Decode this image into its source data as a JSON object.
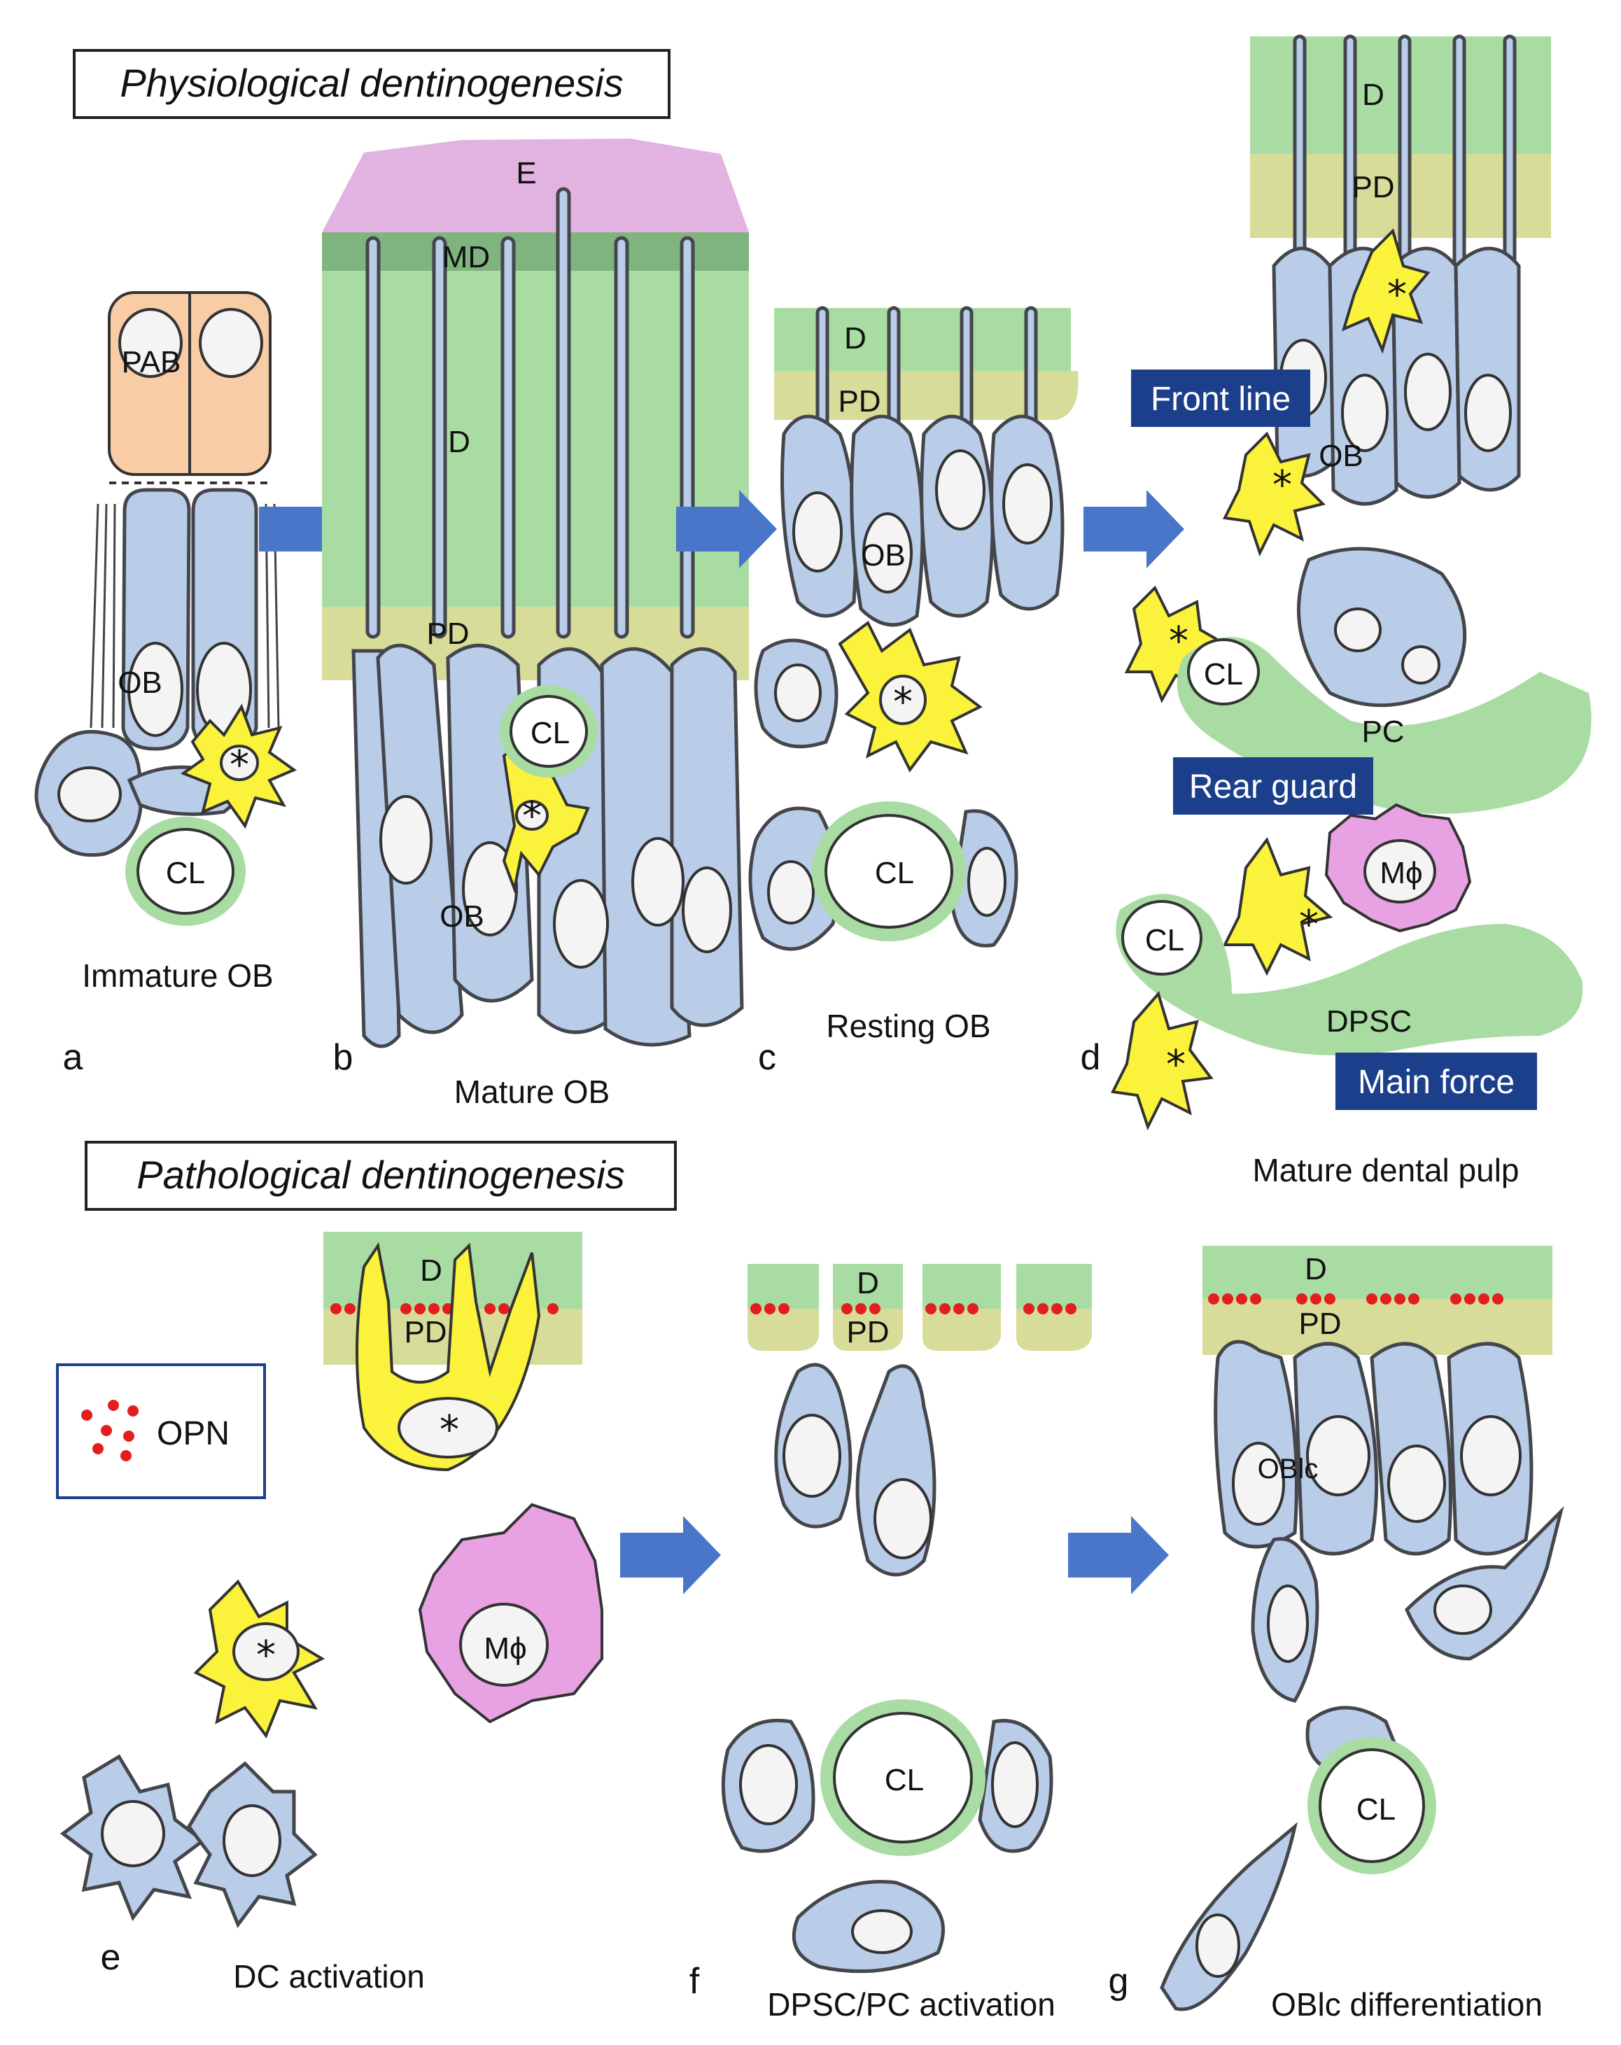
{
  "headings": {
    "physiological": "Physiological dentinogenesis",
    "pathological": "Pathological dentinogenesis"
  },
  "panels": {
    "a": {
      "letter": "a",
      "caption": "Immature OB",
      "labels": {
        "pab": "PAB",
        "ob": "OB",
        "cl": "CL"
      }
    },
    "b": {
      "letter": "b",
      "caption": "Mature OB",
      "labels": {
        "e": "E",
        "md": "MD",
        "d": "D",
        "pd": "PD",
        "cl": "CL",
        "ob": "OB"
      }
    },
    "c": {
      "letter": "c",
      "caption": "Resting OB",
      "labels": {
        "d": "D",
        "pd": "PD",
        "ob": "OB",
        "cl": "CL"
      }
    },
    "d": {
      "letter": "d",
      "caption": "Mature dental pulp",
      "labels": {
        "d": "D",
        "pd": "PD",
        "ob": "OB",
        "cl1": "CL",
        "pc": "PC",
        "mphi": "Mϕ",
        "cl2": "CL",
        "dpsc": "DPSC"
      },
      "tags": {
        "front_line": "Front line",
        "rear_guard": "Rear guard",
        "main_force": "Main force"
      }
    },
    "e": {
      "letter": "e",
      "caption": "DC activation",
      "labels": {
        "d": "D",
        "pd": "PD",
        "mphi": "Mϕ"
      }
    },
    "f": {
      "letter": "f",
      "caption": "DPSC/PC activation",
      "labels": {
        "d": "D",
        "pd": "PD",
        "cl": "CL"
      }
    },
    "g": {
      "letter": "g",
      "caption": "OBlc differentiation",
      "labels": {
        "d": "D",
        "pd": "PD",
        "oblc": "OBlc",
        "cl": "CL"
      }
    }
  },
  "legend": {
    "label": "OPN"
  },
  "marker": "*",
  "colors": {
    "cell_blue": "#b9cde9",
    "dentin_green": "#a9dca2",
    "predentin": "#d7dc99",
    "enamel_pink": "#e2b2e0",
    "dendritic_yellow": "#fbf23c",
    "macrophage_pink": "#e8a2e4",
    "ameloblast_orange": "#f8cda6",
    "arrow_blue": "#4a76c9",
    "tag_navy": "#1c3f8c",
    "opn_red": "#e41d1d"
  }
}
